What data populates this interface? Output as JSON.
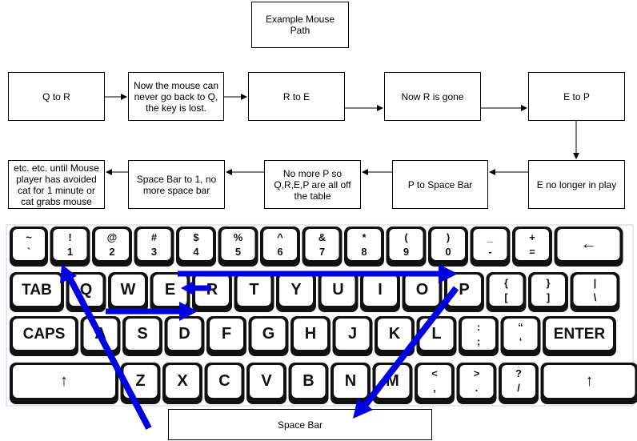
{
  "title": "Example Mouse Path",
  "flow": {
    "row1": [
      "Q to R",
      "Now the mouse can never go back to Q, the key is lost.",
      "R to E",
      "Now R is gone",
      "E to P"
    ],
    "row2": [
      "E no longer in play",
      "P to Space Bar",
      "No more P so Q,R,E,P are all off the table",
      "Space Bar to 1, no more space bar",
      "etc. etc. until Mouse player has avoided cat for 1 minute or cat grabs mouse"
    ]
  },
  "spacebar_label": "Space Bar",
  "keyboard": {
    "rows": [
      [
        [
          "~",
          "`"
        ],
        [
          "!",
          "1"
        ],
        [
          "@",
          "2"
        ],
        [
          "#",
          "3"
        ],
        [
          "$",
          "4"
        ],
        [
          "%",
          "5"
        ],
        [
          "^",
          "6"
        ],
        [
          "&",
          "7"
        ],
        [
          "*",
          "8"
        ],
        [
          "(",
          "9"
        ],
        [
          ")",
          "0"
        ],
        [
          "_",
          "-"
        ],
        [
          "+",
          "="
        ],
        [
          "←",
          ""
        ]
      ],
      [
        [
          "TAB",
          ""
        ],
        [
          "Q",
          ""
        ],
        [
          "W",
          ""
        ],
        [
          "E",
          ""
        ],
        [
          "R",
          ""
        ],
        [
          "T",
          ""
        ],
        [
          "Y",
          ""
        ],
        [
          "U",
          ""
        ],
        [
          "I",
          ""
        ],
        [
          "O",
          ""
        ],
        [
          "P",
          ""
        ],
        [
          "{",
          "["
        ],
        [
          "}",
          "]"
        ],
        [
          "|",
          "\\"
        ]
      ],
      [
        [
          "CAPS",
          ""
        ],
        [
          "A",
          ""
        ],
        [
          "S",
          ""
        ],
        [
          "D",
          ""
        ],
        [
          "F",
          ""
        ],
        [
          "G",
          ""
        ],
        [
          "H",
          ""
        ],
        [
          "J",
          ""
        ],
        [
          "K",
          ""
        ],
        [
          "L",
          ""
        ],
        [
          ":",
          ";"
        ],
        [
          "“",
          "‘"
        ],
        [
          "ENTER",
          ""
        ]
      ],
      [
        [
          "↑",
          ""
        ],
        [
          "Z",
          ""
        ],
        [
          "X",
          ""
        ],
        [
          "C",
          ""
        ],
        [
          "V",
          ""
        ],
        [
          "B",
          ""
        ],
        [
          "N",
          ""
        ],
        [
          "M",
          ""
        ],
        [
          "<",
          ","
        ],
        [
          ">",
          "."
        ],
        [
          "?",
          "/"
        ],
        [
          "↑",
          ""
        ]
      ]
    ]
  },
  "colors": {
    "path_arrow": "#0000e0",
    "flow_arrow": "#000000",
    "key_outline": "#111111"
  }
}
